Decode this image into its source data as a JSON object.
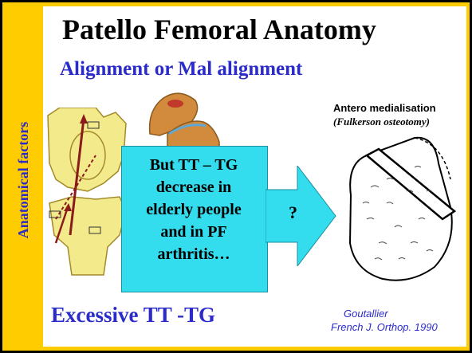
{
  "sidebar": {
    "label": "Anatomical factors"
  },
  "header": {
    "title": "Patello Femoral Anatomy",
    "subtitle": "Alignment or Mal alignment"
  },
  "callout": {
    "lines": [
      "But TT – TG",
      "decrease in",
      "elderly people",
      "and in PF",
      "arthritis…"
    ],
    "question": "?"
  },
  "procedure": {
    "title": "Antero medialisation",
    "subtitle": "(Fulkerson osteotomy)"
  },
  "footer": {
    "measure": "Excessive TT -TG",
    "reference_author": "Goutallier",
    "reference_journal": "French J. Orthop. 1990"
  },
  "illustrations": {
    "knee": "knee-joint-diagram",
    "patella": "patella-cross-section",
    "osteotomy": "tibial-osteotomy-sketch"
  },
  "colors": {
    "border": "#ffcc00",
    "accent": "#2b2bcc",
    "callout": "#33ddee",
    "bone": "#f3ea8c"
  }
}
